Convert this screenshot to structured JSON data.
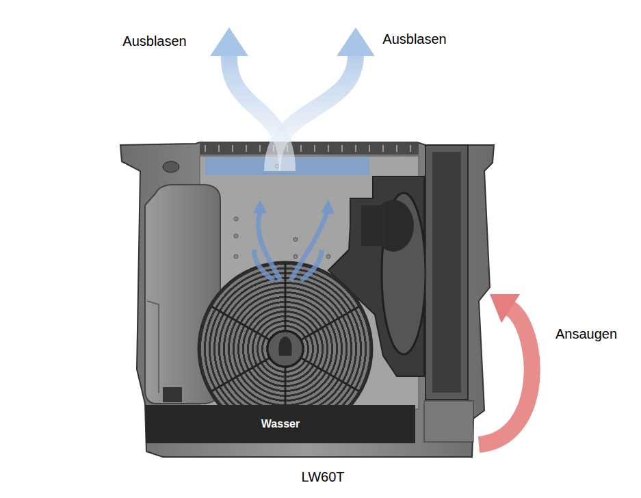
{
  "diagram": {
    "nodes": [
      {
        "text": [
          "Wasser"
        ]
      }
    ],
    "labels": [
      "Ausblasen",
      "Ausblasen",
      "Ansaugen",
      "LW60T"
    ]
  }
}
